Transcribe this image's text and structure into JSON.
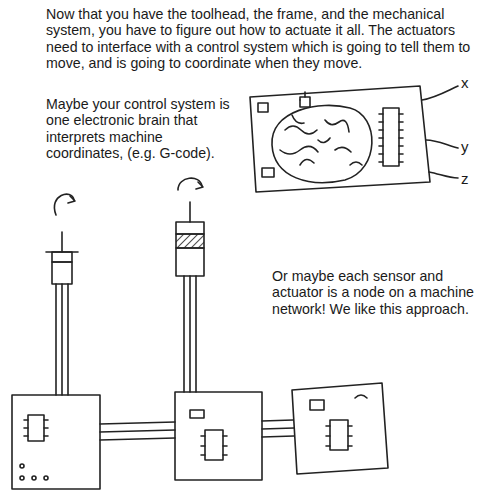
{
  "diagram": {
    "labels": [
      "Now that you have the toolhead, the frame, and the mechanical system, you have to figure out how to actuate it all. The actuators need to interface with a control system which is going to tell them to move, and is going to coordinate when they move.",
      "Maybe your control system is one electronic brain that interprets machine coordinates, (e.g. G-code).",
      "Or maybe each sensor and actuator is a node on a machine network! We like this approach.",
      "x",
      "y",
      "z"
    ]
  }
}
